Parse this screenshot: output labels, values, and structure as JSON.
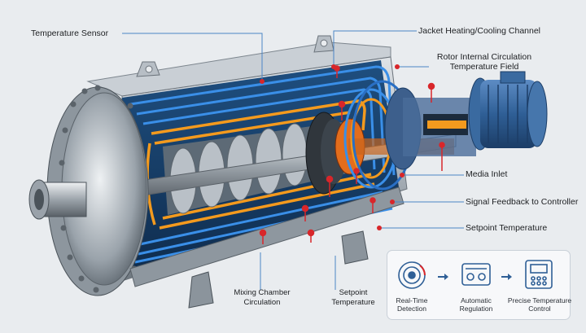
{
  "labels": {
    "temperature_sensor": "Temperature Sensor",
    "jacket_channel": "Jacket Heating/Cooling Channel",
    "rotor_field_line1": "Rotor Internal Circulation",
    "rotor_field_line2": "Temperature Field",
    "media_inlet": "Media Inlet",
    "signal_feedback": "Signal Feedback to Controller",
    "setpoint_temperature": "Setpoint Temperature",
    "mixing_chamber_line1": "Mixing Chamber",
    "mixing_chamber_line2": "Circulation",
    "setpoint_bottom_line1": "Setpoint",
    "setpoint_bottom_line2": "Temperature"
  },
  "control_panel": {
    "steps": [
      {
        "line1": "Real-Time",
        "line2": "Detection"
      },
      {
        "line1": "Automatic",
        "line2": "Regulation"
      },
      {
        "line1": "Precise Temperature",
        "line2": "Control"
      }
    ]
  },
  "colors": {
    "jacket_flow": "#1f6fd1",
    "hot_flow": "#f39a1e",
    "sensor_red": "#d8262a",
    "motor_blue": "#2f5f96",
    "steel": "#a9b1b9"
  }
}
